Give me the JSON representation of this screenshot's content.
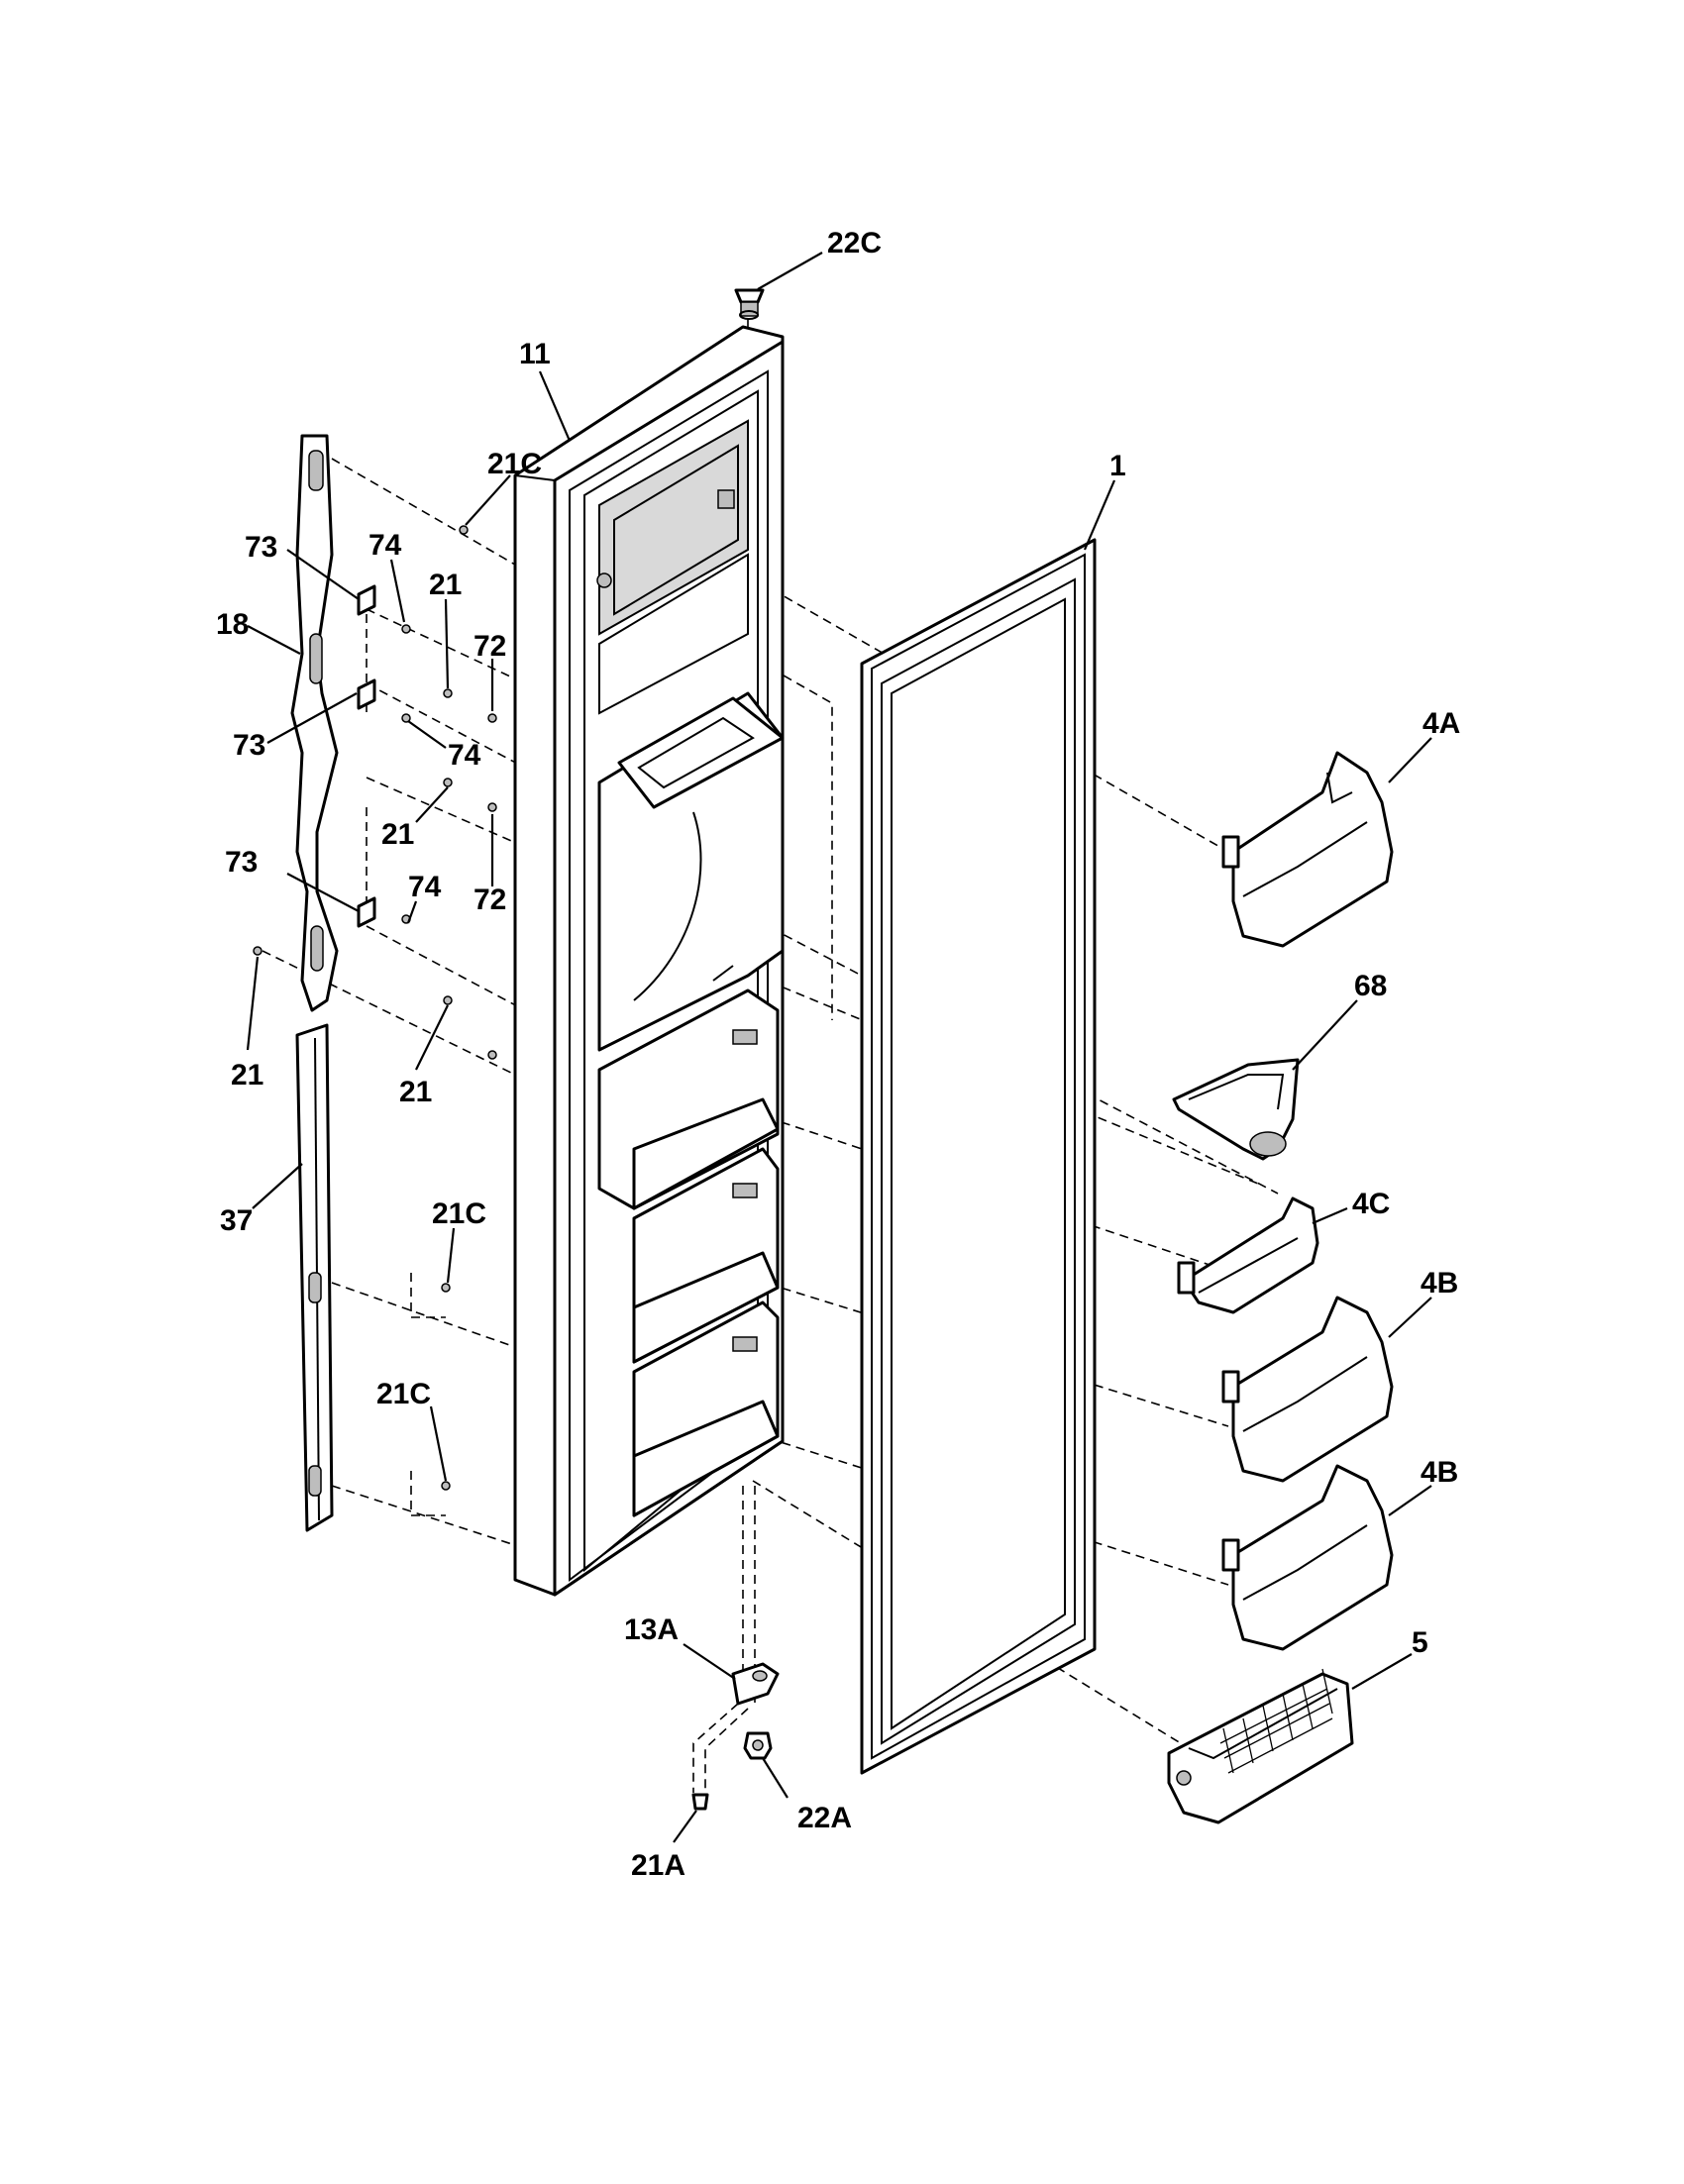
{
  "labels": {
    "l_22C": "22C",
    "l_11": "11",
    "l_21C_top": "21C",
    "l_1": "1",
    "l_73_a": "73",
    "l_74_a": "74",
    "l_21_a": "21",
    "l_18": "18",
    "l_72_a": "72",
    "l_4A": "4A",
    "l_73_b": "73",
    "l_74_b": "74",
    "l_21_b": "21",
    "l_73_c": "73",
    "l_74_c": "74",
    "l_72_b": "72",
    "l_68": "68",
    "l_21_c": "21",
    "l_21_d": "21",
    "l_37": "37",
    "l_21C_mid": "21C",
    "l_4C": "4C",
    "l_4B_a": "4B",
    "l_21C_low": "21C",
    "l_4B_b": "4B",
    "l_5": "5",
    "l_13A": "13A",
    "l_22A": "22A",
    "l_21A": "21A"
  }
}
